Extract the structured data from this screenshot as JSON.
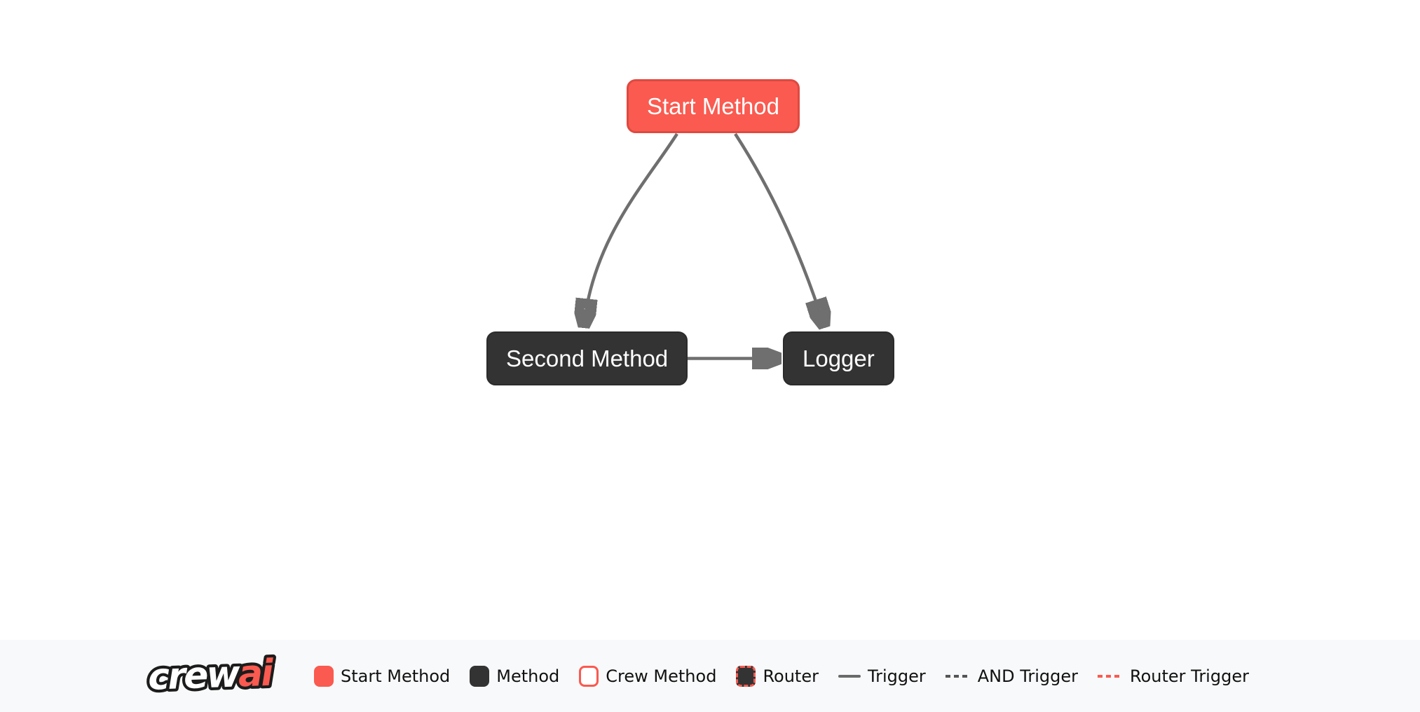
{
  "diagram": {
    "nodes": [
      {
        "id": "start_method",
        "label": "Start Method",
        "type": "start-method"
      },
      {
        "id": "second_method",
        "label": "Second Method",
        "type": "method"
      },
      {
        "id": "logger",
        "label": "Logger",
        "type": "method"
      }
    ],
    "edges": [
      {
        "from": "start_method",
        "to": "second_method",
        "type": "trigger"
      },
      {
        "from": "start_method",
        "to": "logger",
        "type": "trigger"
      },
      {
        "from": "second_method",
        "to": "logger",
        "type": "trigger"
      }
    ]
  },
  "legend": {
    "logo": {
      "crew": "crew",
      "ai": "ai"
    },
    "items": [
      {
        "label": "Start Method",
        "swatch": "start-method-square"
      },
      {
        "label": "Method",
        "swatch": "method-square"
      },
      {
        "label": "Crew Method",
        "swatch": "crew-method-square"
      },
      {
        "label": "Router",
        "swatch": "router-square"
      },
      {
        "label": "Trigger",
        "swatch": "solid-line"
      },
      {
        "label": "AND Trigger",
        "swatch": "dashed-line"
      },
      {
        "label": "Router Trigger",
        "swatch": "red-dashed-line"
      }
    ]
  },
  "colors": {
    "accent_red": "#FA5A50",
    "node_dark": "#333333",
    "edge_gray": "#6F6F6F",
    "legend_background": "#F8F9FA",
    "canvas_background": "#FFFFFF"
  }
}
